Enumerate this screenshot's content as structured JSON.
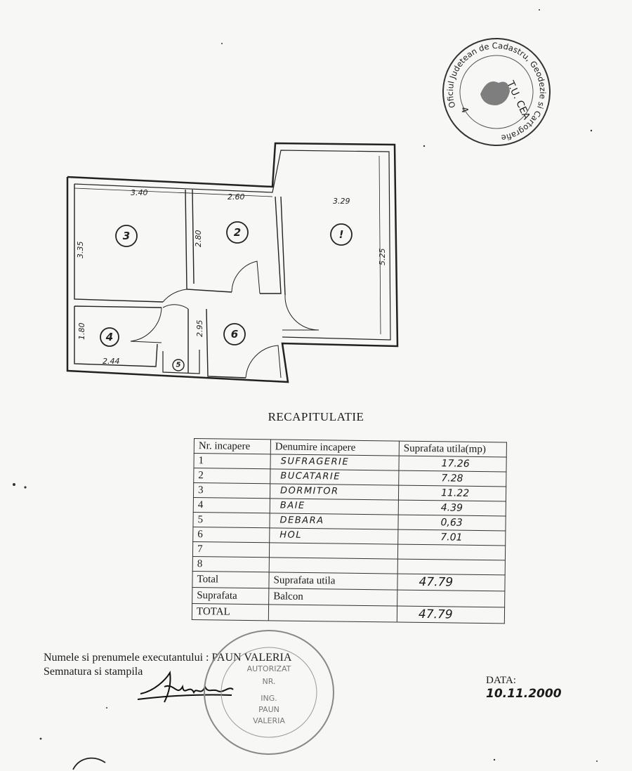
{
  "plan": {
    "dimensions": [
      "3.40",
      "2.60",
      "3.29",
      "3.35",
      "2.80",
      "5.25",
      "1.80",
      "2.95",
      "2.44"
    ],
    "room_numbers": [
      "3",
      "2",
      "!",
      "4",
      "6",
      "5"
    ]
  },
  "stamp_top": {
    "text_arc": "Oficiul Judetean de Cadastru, Geodezie si Cartografie",
    "text_center": "T.U. CEA",
    "text_num": "4"
  },
  "recap": {
    "title": "RECAPITULATIE",
    "headers": [
      "Nr. incapere",
      "Denumire incapere",
      "Suprafata utila(mp)"
    ],
    "rows": [
      {
        "nr": "1",
        "name": "SUFRAGERIE",
        "area": "17.26"
      },
      {
        "nr": "2",
        "name": "BUCATARIE",
        "area": "7.28"
      },
      {
        "nr": "3",
        "name": "DORMITOR",
        "area": "11.22"
      },
      {
        "nr": "4",
        "name": "BAIE",
        "area": "4.39"
      },
      {
        "nr": "5",
        "name": "DEBARA",
        "area": "0,63"
      },
      {
        "nr": "6",
        "name": "HOL",
        "area": "7.01"
      },
      {
        "nr": "7",
        "name": "",
        "area": ""
      },
      {
        "nr": "8",
        "name": "",
        "area": ""
      }
    ],
    "total_label": "Total",
    "total_desc": "Suprafata utila",
    "total_value": "47.79",
    "balcon_label": "Suprafata",
    "balcon_desc": "Balcon",
    "balcon_value": "",
    "grand_label": "TOTAL",
    "grand_value": "47.79"
  },
  "executant": {
    "label": "Numele si prenumele executantului",
    "name": "PAUN VALERIA",
    "signature_label": "Semnatura si stampila",
    "signature": "Paun"
  },
  "stamp_bottom": {
    "lines": [
      "AUTORIZAT",
      "NR.",
      "ING.",
      "PAUN",
      "VALERIA"
    ]
  },
  "date": {
    "label": "DATA:",
    "value": "10.11.2000"
  }
}
